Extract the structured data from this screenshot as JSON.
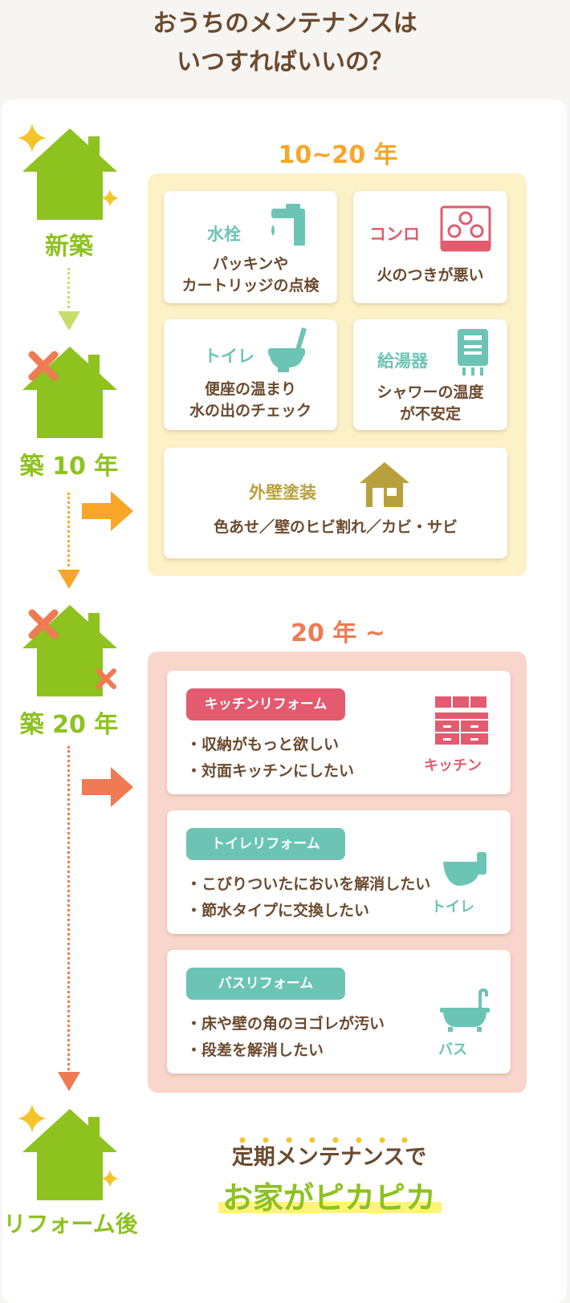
{
  "title": {
    "line1": "おうちのメンテナンスは",
    "line2": "いつすればいいの？"
  },
  "stages": {
    "new": "新築",
    "y10": "築 10 年",
    "y20": "築 20 年",
    "after": "リフォーム後"
  },
  "section1": {
    "heading": "10~20 年",
    "cards": [
      {
        "label": "水栓",
        "desc1": "パッキンや",
        "desc2": "カートリッジの点検"
      },
      {
        "label": "コンロ",
        "desc1": "火のつきが悪い"
      },
      {
        "label": "トイレ",
        "desc1": "便座の温まり",
        "desc2": "水の出のチェック"
      },
      {
        "label": "給湯器",
        "desc1": "シャワーの温度",
        "desc2": "が不安定"
      },
      {
        "label": "外壁塗装",
        "desc1": "色あせ／壁のヒビ割れ／カビ・サビ"
      }
    ]
  },
  "section2": {
    "heading": "20 年 ~",
    "cards": [
      {
        "pill": "キッチンリフォーム",
        "b1": "・収納がもっと欲しい",
        "b2": "・対面キッチンにしたい",
        "icon_label": "キッチン",
        "color": "#e25b6f"
      },
      {
        "pill": "トイレリフォーム",
        "b1": "・こびりついたにおいを解消したい",
        "b2": "・節水タイプに交換したい",
        "icon_label": "トイレ",
        "color": "#6cc4b4"
      },
      {
        "pill": "バスリフォーム",
        "b1": "・床や壁の角のヨゴレが汚い",
        "b2": "・段差を解消したい",
        "icon_label": "バス",
        "color": "#6cc4b4"
      }
    ]
  },
  "footer": {
    "line1": "定期メンテナンスで",
    "line2": "お家がピカピカ"
  },
  "colors": {
    "green": "#8dc21f",
    "orange": "#f7a628",
    "coral": "#ee7b53",
    "teal": "#6cc4b4",
    "red": "#e25b6f",
    "olive": "#b8a13c",
    "yellow_bg": "#fdf1c8",
    "pink_bg": "#f8d6cc"
  }
}
